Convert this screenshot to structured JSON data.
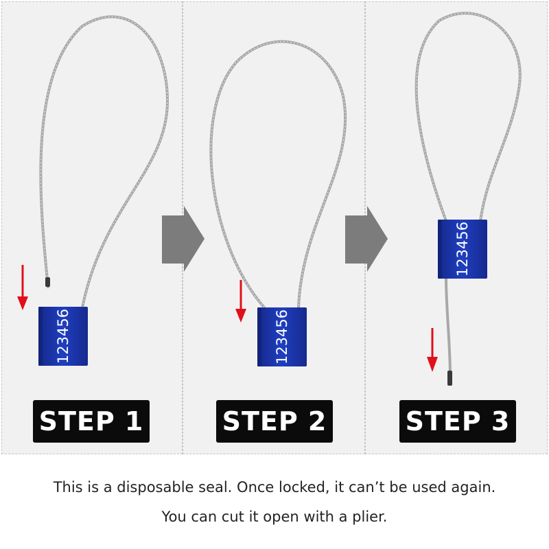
{
  "steps": [
    {
      "label": "STEP 1",
      "seal_number": "123456"
    },
    {
      "label": "STEP 2",
      "seal_number": "123456"
    },
    {
      "label": "STEP 3",
      "seal_number": "123456"
    }
  ],
  "caption": {
    "line1": "This is a disposable seal. Once locked, it can’t be used again.",
    "line2": "You can cut it open with a plier."
  },
  "colors": {
    "seal": "#1a37b0",
    "arrow_red": "#e0101a",
    "chevron": "#7c7c7c",
    "badge_bg": "#0b0b0b"
  },
  "icons": [
    "down-arrow-icon",
    "chevron-right-icon"
  ]
}
